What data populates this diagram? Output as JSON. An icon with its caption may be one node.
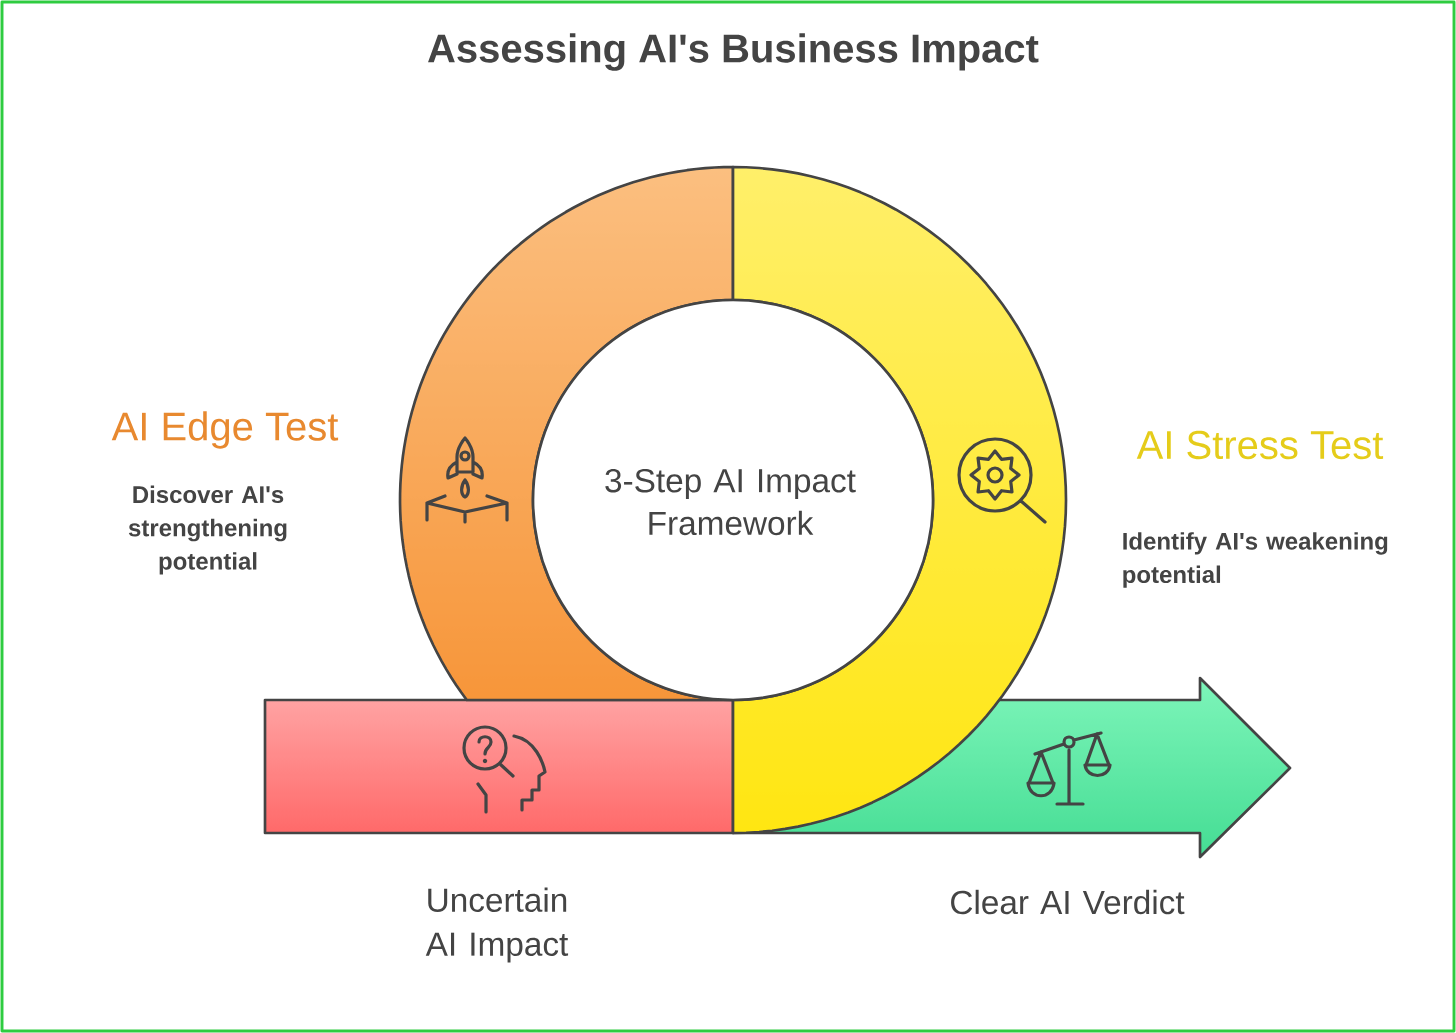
{
  "diagram": {
    "title": "Assessing AI's Business Impact",
    "nodes": [
      {
        "text": [
          "AI Edge Test",
          "Discover AI's strengthening potential"
        ]
      },
      {
        "text": [
          "3-Step AI Impact Framework"
        ]
      },
      {
        "text": [
          "AI Stress Test",
          "Identify AI's weakening potential"
        ]
      },
      {
        "text": [
          "Uncertain AI Impact"
        ]
      },
      {
        "text": [
          "Clear AI Verdict"
        ]
      }
    ]
  }
}
